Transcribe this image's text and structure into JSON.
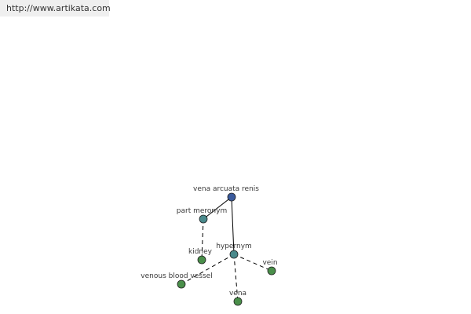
{
  "header": {
    "url": "http://www.artikata.com"
  },
  "colors": {
    "root": "#3a5a9c",
    "relation": "#4a8a8c",
    "leaf": "#4a8f4a",
    "edge": "#000000"
  },
  "graph": {
    "nodes": [
      {
        "id": "root",
        "label": "vena arcuata renis",
        "kind": "root"
      },
      {
        "id": "part_meronym",
        "label": "part meronym",
        "kind": "relation"
      },
      {
        "id": "kidney",
        "label": "kidney",
        "kind": "leaf"
      },
      {
        "id": "hypernym",
        "label": "hypernym",
        "kind": "relation"
      },
      {
        "id": "vein",
        "label": "vein",
        "kind": "leaf"
      },
      {
        "id": "venous_blood_vessel",
        "label": "venous blood vessel",
        "kind": "leaf"
      },
      {
        "id": "vena",
        "label": "vena",
        "kind": "leaf"
      }
    ],
    "edges": [
      {
        "from": "root",
        "to": "part_meronym",
        "style": "solid"
      },
      {
        "from": "root",
        "to": "hypernym",
        "style": "solid"
      },
      {
        "from": "part_meronym",
        "to": "kidney",
        "style": "dashed"
      },
      {
        "from": "hypernym",
        "to": "vein",
        "style": "dashed"
      },
      {
        "from": "hypernym",
        "to": "venous_blood_vessel",
        "style": "dashed"
      },
      {
        "from": "hypernym",
        "to": "vena",
        "style": "dashed"
      }
    ]
  }
}
